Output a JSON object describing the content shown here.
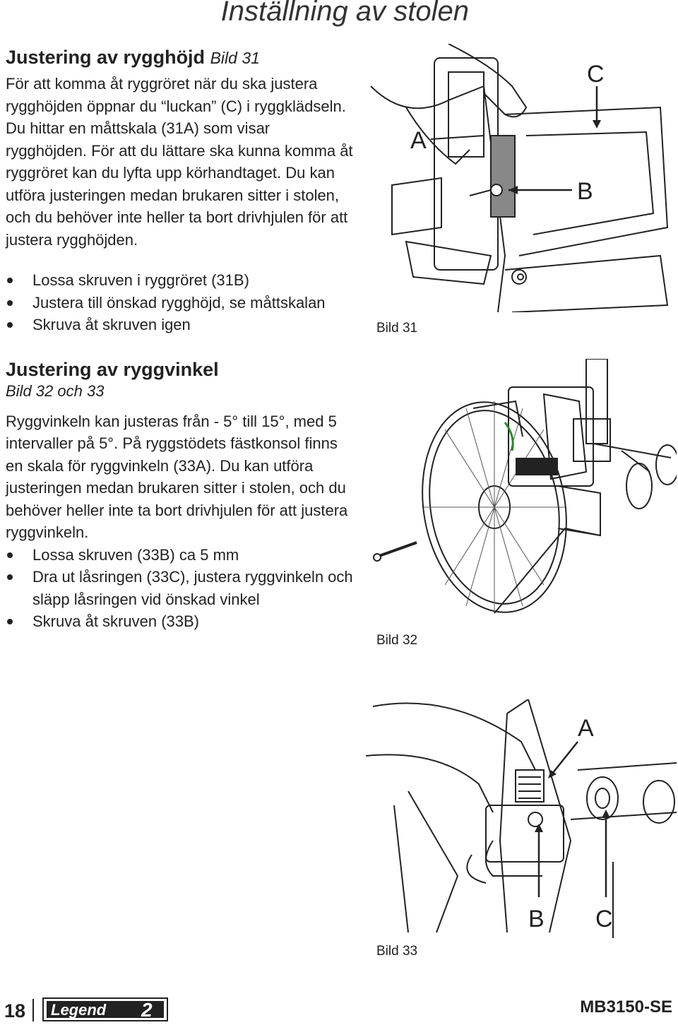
{
  "page": {
    "title": "Inställning av stolen",
    "page_number": "18",
    "model": "MB3150-SE",
    "logo_text": "Legend2"
  },
  "section1": {
    "heading": "Justering av rygghöjd",
    "bild_ref": "Bild 31",
    "paragraph": "För att komma åt ryggröret när du ska justera rygghöjden öppnar du “luckan” (C) i ryggklädseln. Du hittar en måttskala (31A) som visar rygghöjden. För att du lättare ska kunna komma åt ryggröret kan du lyfta upp körhandtaget. Du kan utföra justeringen medan brukaren sitter i stolen, och du behöver inte heller ta bort drivhjulen för att justera rygghöjden.",
    "bullets": [
      "Lossa skruven i ryggröret (31B)",
      "Justera till önskad rygghöjd, se måttskalan",
      "Skruva åt skruven igen"
    ]
  },
  "section2": {
    "heading": "Justering av ryggvinkel",
    "bild_ref": "Bild 32 och 33",
    "paragraph": "Ryggvinkeln kan justeras från - 5° till 15°, med 5 intervaller på 5°. På ryggstödets fästkonsol finns en skala för ryggvinkeln (33A). Du kan utföra justeringen medan brukaren sitter i stolen, och du behöver heller inte ta bort drivhjulen för att justera ryggvinkeln.",
    "bullets": [
      "Lossa skruven (33B) ca 5 mm",
      "Dra ut låsringen (33C), justera ryggvinkeln och släpp låsringen vid önskad vinkel",
      "Skruva åt skruven (33B)"
    ]
  },
  "figures": {
    "fig31": {
      "caption": "Bild 31",
      "labels": {
        "a": "A",
        "b": "B",
        "c": "C"
      }
    },
    "fig32": {
      "caption": "Bild 32"
    },
    "fig33": {
      "caption": "Bild 33",
      "labels": {
        "a": "A",
        "b": "B",
        "c": "C"
      }
    }
  }
}
